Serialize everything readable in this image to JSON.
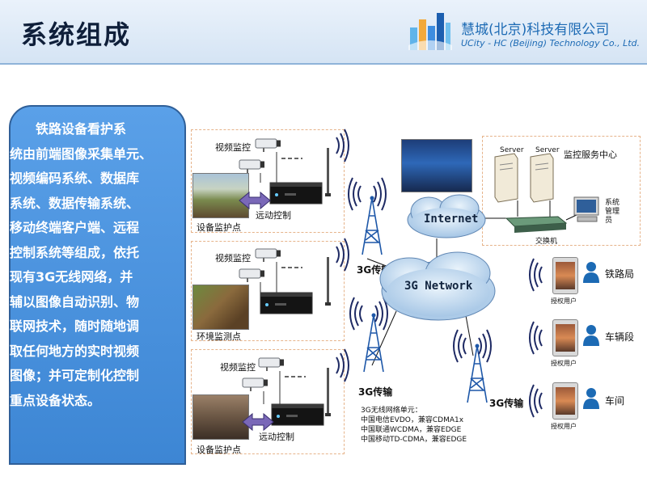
{
  "header": {
    "title": "系统组成",
    "company_cn": "慧城(北京)科技有限公司",
    "company_en": "UCity - HC (Beijing) Technology Co., Ltd."
  },
  "description": {
    "lines": [
      "　　铁路设备看护系",
      "统由前端图像采集单元、",
      "视频编码系统、数据库",
      "系统、数据传输系统、",
      "移动终端客户端、远程",
      "控制系统等组成，依托",
      "现有3G无线网络，并",
      "辅以图像自动识别、物",
      "联网技术，随时随地调",
      "取任何地方的实时视频",
      "图像；并可定制化控制",
      "重点设备状态。"
    ]
  },
  "diagram": {
    "sites": [
      {
        "camera_label": "视频监控",
        "control_label": "远动控制",
        "site_label": "设备监护点"
      },
      {
        "camera_label": "视频监控",
        "site_label": "环境监测点"
      },
      {
        "camera_label": "视频监控",
        "control_label": "远动控制",
        "site_label": "设备监护点"
      }
    ],
    "tower_label": "3G传输",
    "internet_label": "Internet",
    "network_label": "3G Network",
    "server_center": {
      "server_label": "Server",
      "center_label": "监控服务中心",
      "admin_label": "系统\n管理\n员",
      "switch_label": "交换机"
    },
    "clients": [
      {
        "name": "铁路局",
        "user_label": "授权用户"
      },
      {
        "name": "车辆段",
        "user_label": "授权用户"
      },
      {
        "name": "车间",
        "user_label": "授权用户"
      }
    ],
    "network_info": [
      "3G无线网络单元：",
      "中国电信EVDO，兼容CDMA1x",
      "中国联通WCDMA，兼容EDGE",
      "中国移动TD-CDMA，兼容EDGE"
    ]
  },
  "colors": {
    "accent_blue": "#3d86d4",
    "brand_blue": "#1c6ab4",
    "panel_border": "#e6b38a"
  }
}
